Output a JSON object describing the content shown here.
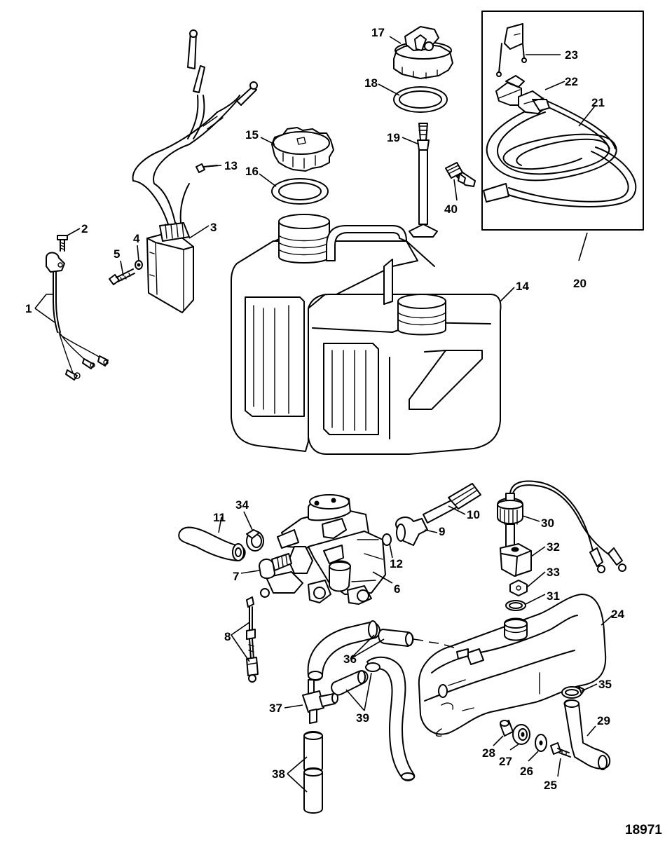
{
  "drawing_number": "18971",
  "callouts": {
    "c1": "1",
    "c2": "2",
    "c3": "3",
    "c4": "4",
    "c5": "5",
    "c6": "6",
    "c7": "7",
    "c8": "8",
    "c9": "9",
    "c10": "10",
    "c11": "11",
    "c12": "12",
    "c13": "13",
    "c14": "14",
    "c15": "15",
    "c16": "16",
    "c17": "17",
    "c18": "18",
    "c19": "19",
    "c20": "20",
    "c21": "21",
    "c22": "22",
    "c23": "23",
    "c24": "24",
    "c25": "25",
    "c26": "26",
    "c27": "27",
    "c28": "28",
    "c29": "29",
    "c30": "30",
    "c31": "31",
    "c32": "32",
    "c33": "33",
    "c34": "34",
    "c35": "35",
    "c36": "36",
    "c37": "37",
    "c38": "38",
    "c39": "39",
    "c40": "40"
  }
}
